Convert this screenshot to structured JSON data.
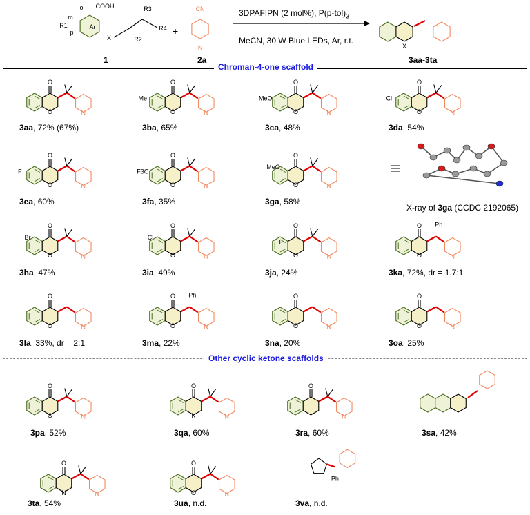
{
  "header": {
    "reagent1_label": "1",
    "reagent2_label": "2a",
    "product_label": "3aa-3ta",
    "conditions_line1": "3DPAFIPN (2 mol%), P(p-tol)",
    "conditions_line1_sub": "3",
    "conditions_line2": "MeCN, 30 W Blue LEDs, Ar, r.t.",
    "plus": "+",
    "sub_o": "o",
    "sub_m": "m",
    "sub_p": "p",
    "r1": "R",
    "r1_sup": "1",
    "ar": "Ar",
    "cooh": "COOH",
    "x": "X",
    "r2": "R",
    "r2_sup": "2",
    "r3": "R",
    "r3_sup": "3",
    "r4": "R",
    "r4_sup": "4",
    "cn": "CN",
    "n": "N"
  },
  "sections": {
    "chromanone": "Chroman-4-one scaffold",
    "other": "Other cyclic ketone scaffolds"
  },
  "compounds": [
    {
      "id": "3aa",
      "text": ", 72% (67%)"
    },
    {
      "id": "3ba",
      "text": ", 65%"
    },
    {
      "id": "3ca",
      "text": ", 48%"
    },
    {
      "id": "3da",
      "text": ", 54%"
    },
    {
      "id": "3ea",
      "text": ", 60%"
    },
    {
      "id": "3fa",
      "text": ", 35%"
    },
    {
      "id": "3ga",
      "text": ", 58%"
    },
    {
      "id": "3ha",
      "text": ", 47%"
    },
    {
      "id": "3ia",
      "text": ", 49%"
    },
    {
      "id": "3ja",
      "text": ", 24%"
    },
    {
      "id": "3ka",
      "text": ", 72%, dr = 1.7:1"
    },
    {
      "id": "3la",
      "text": ", 33%, dr = 2:1"
    },
    {
      "id": "3ma",
      "text": ", 22%"
    },
    {
      "id": "3na",
      "text": ", 20%"
    },
    {
      "id": "3oa",
      "text": ", 25%"
    },
    {
      "id": "3pa",
      "text": ", 52%"
    },
    {
      "id": "3qa",
      "text": ", 60%"
    },
    {
      "id": "3ra",
      "text": ", 60%"
    },
    {
      "id": "3sa",
      "text": ", 42%"
    },
    {
      "id": "3ta",
      "text": ", 54%"
    },
    {
      "id": "3ua",
      "text": ", n.d."
    },
    {
      "id": "3va",
      "text": ", n.d."
    }
  ],
  "xray": {
    "prefix": "X-ray of ",
    "id": "3ga",
    "suffix": " (CCDC 2192065)"
  },
  "atom_labels": {
    "o": "O",
    "n": "N",
    "s": "S",
    "me": "Me",
    "meo": "MeO",
    "cl": "Cl",
    "f": "F",
    "f3c": "F3C",
    "br": "Br",
    "ph": "Ph"
  },
  "colors": {
    "ring_fill": "#eef3d8",
    "ring_stroke": "#4a6b1f",
    "pyridine": "#f08a60",
    "new_bond": "#e00000",
    "section_title": "#1a1ae0"
  }
}
